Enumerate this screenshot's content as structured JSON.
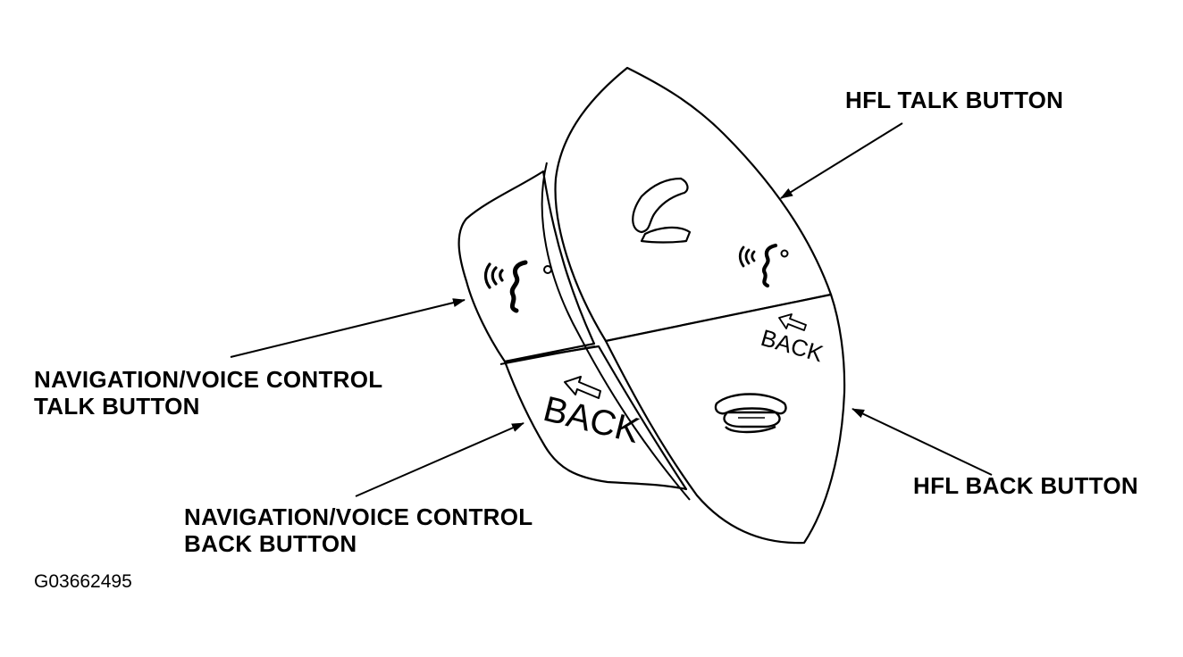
{
  "diagram": {
    "callouts": {
      "hfl_talk": "HFL TALK BUTTON",
      "nav_talk_line1": "NAVIGATION/VOICE CONTROL",
      "nav_talk_line2": "TALK BUTTON",
      "nav_back_line1": "NAVIGATION/VOICE CONTROL",
      "nav_back_line2": "BACK BUTTON",
      "hfl_back": "HFL BACK BUTTON"
    },
    "button_labels": {
      "nav_back": "BACK",
      "hfl_back": "BACK"
    },
    "figure_id": "G03662495",
    "colors": {
      "ink": "#000000",
      "background": "#ffffff",
      "panel_fill": "#ffffff"
    },
    "icons": {
      "nav_talk": "voice-talk-icon",
      "hfl_talk_phone": "phone-pickup-icon",
      "hfl_talk_voice": "voice-talk-icon",
      "hfl_back_phone": "phone-hangup-icon",
      "back_arrow": "back-arrow-icon"
    }
  }
}
